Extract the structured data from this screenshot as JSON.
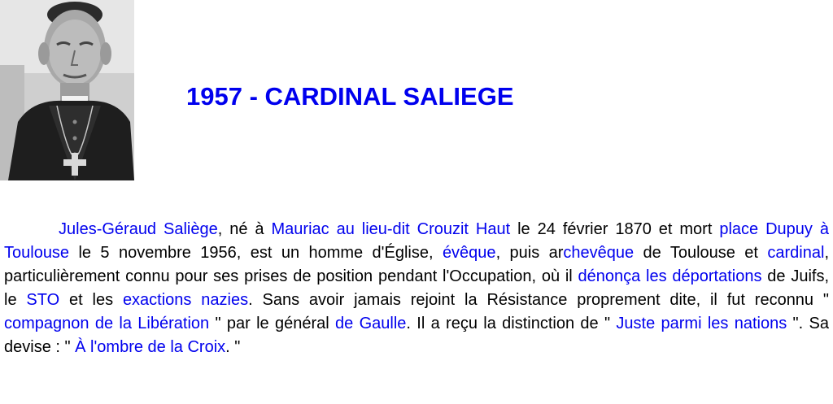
{
  "accent_colors": {
    "title": "#0000EE",
    "link": "#0000EE",
    "text": "#000000"
  },
  "portrait": {
    "icon": "portrait-photo-icon"
  },
  "title": "1957 - CARDINAL SALIEGE",
  "bio": {
    "segments": [
      {
        "text": "Jules-Géraud Saliège",
        "link": true
      },
      {
        "text": ", né à ",
        "link": false
      },
      {
        "text": "Mauriac au lieu-dit Crouzit Haut",
        "link": true
      },
      {
        "text": " le 24 février 1870 et mort ",
        "link": false
      },
      {
        "text": "place Dupuy à Toulouse",
        "link": true
      },
      {
        "text": " le 5 novembre 1956, est un homme d'Église, ",
        "link": false
      },
      {
        "text": "évêque",
        "link": true
      },
      {
        "text": ", puis ar",
        "link": false
      },
      {
        "text": "chevêque",
        "link": true
      },
      {
        "text": " de Toulouse et ",
        "link": false
      },
      {
        "text": "cardinal",
        "link": true
      },
      {
        "text": ", particulièrement connu pour ses prises de position pendant l'Occupa­tion, où il ",
        "link": false
      },
      {
        "text": "dénonça les déportations",
        "link": true
      },
      {
        "text": " de Juifs, le ",
        "link": false
      },
      {
        "text": "STO",
        "link": true
      },
      {
        "text": " et les ",
        "link": false
      },
      {
        "text": "exactions nazies",
        "link": true
      },
      {
        "text": ". Sans avoir jamais rejoint la Résistance proprement dite, il fut reconnu \" ",
        "link": false
      },
      {
        "text": "compagnon de la Libération",
        "link": true
      },
      {
        "text": " \" par le général ",
        "link": false
      },
      {
        "text": "de Gaulle",
        "link": true
      },
      {
        "text": ". Il a reçu la distinction de \" ",
        "link": false
      },
      {
        "text": "Juste parmi les nations",
        "link": true
      },
      {
        "text": " \". Sa devise : \" ",
        "link": false
      },
      {
        "text": "À l'ombre de la Croix",
        "link": true
      },
      {
        "text": ". \"",
        "link": false
      }
    ]
  }
}
